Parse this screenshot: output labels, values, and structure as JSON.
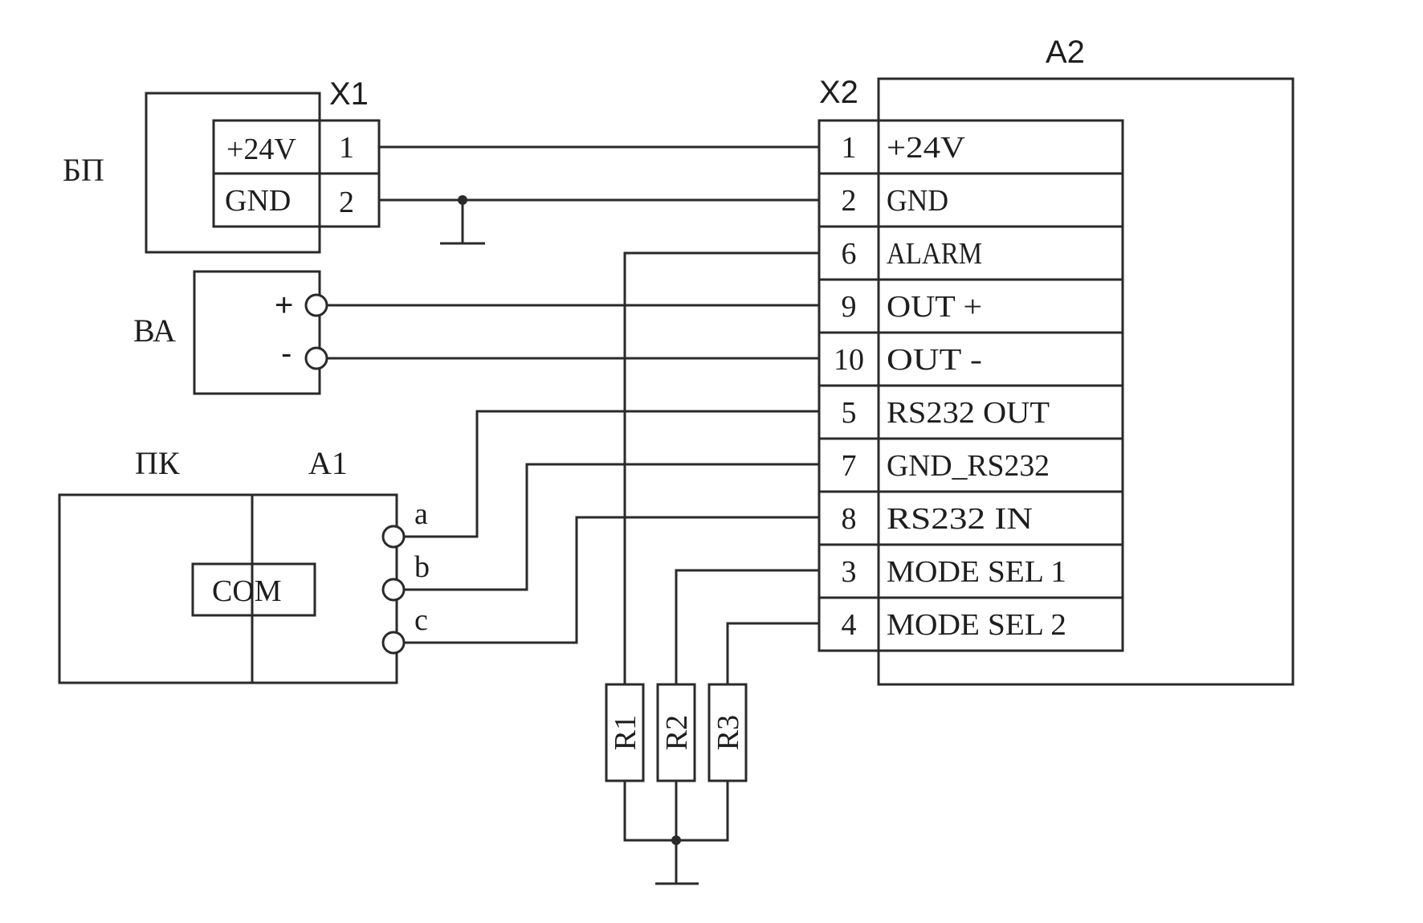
{
  "blocks": {
    "a2": "A2",
    "x2": "X2",
    "x1": "X1",
    "power": "БП",
    "va": "ВА",
    "pc": "ПК",
    "a1": "А1",
    "com": "COM"
  },
  "x1_rows": [
    {
      "signal": "+24V",
      "pin": "1"
    },
    {
      "signal": "GND",
      "pin": "2"
    }
  ],
  "va_terminals": [
    "+",
    "-"
  ],
  "a1_terminals": [
    "a",
    "b",
    "c"
  ],
  "x2_rows": [
    {
      "pin": "1",
      "signal": "+24V"
    },
    {
      "pin": "2",
      "signal": "GND"
    },
    {
      "pin": "6",
      "signal": "ALARM"
    },
    {
      "pin": "9",
      "signal": "OUT +"
    },
    {
      "pin": "10",
      "signal": "OUT -"
    },
    {
      "pin": "5",
      "signal": "RS232 OUT"
    },
    {
      "pin": "7",
      "signal": "GND_RS232"
    },
    {
      "pin": "8",
      "signal": "RS232 IN"
    },
    {
      "pin": "3",
      "signal": "MODE SEL 1"
    },
    {
      "pin": "4",
      "signal": "MODE SEL 2"
    }
  ],
  "resistors": [
    "R1",
    "R2",
    "R3"
  ]
}
